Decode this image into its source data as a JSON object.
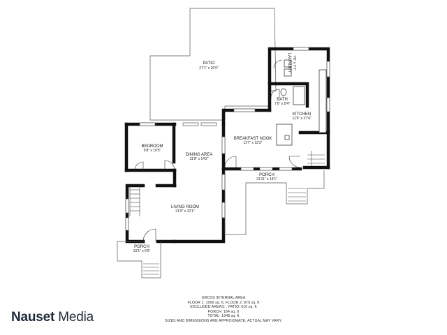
{
  "rooms": [
    {
      "name": "PATIO",
      "dims": "27'1\" x 26'9\""
    },
    {
      "name": "LAUNDRY",
      "dims": "7'8\" x 7'7\""
    },
    {
      "name": "BATH",
      "dims": "7'0\" x 5'4\""
    },
    {
      "name": "KITCHEN",
      "dims": "11'9\" x 27'4\""
    },
    {
      "name": "BREAKFAST NOOK",
      "dims": "11'7\" x 12'2\""
    },
    {
      "name": "BEDROOM",
      "dims": "9'8\" x 10'5\""
    },
    {
      "name": "DINING AREA",
      "dims": "11'9\" x 14'2\""
    },
    {
      "name": "PORCH",
      "dims": "21'11\" x 14'1\""
    },
    {
      "name": "LIVING ROOM",
      "dims": "21'9\" x 12'1\""
    },
    {
      "name": "PORCH",
      "dims": "10'1\" x 6'6\""
    }
  ],
  "area_summary": {
    "title": "GROSS INTERNAL AREA",
    "line1": "FLOOR 1: 1069 sq. ft, FLOOR 2: 879 sq. ft",
    "line2": "EXCLUDED AREAS: , PATIO: 616 sq. ft",
    "line3": "PORCH: 184 sq. ft",
    "line4": "TOTAL: 1948 sq. ft",
    "note": "SIZES AND DIMENSIONS ARE APPROXIMATE, ACTUAL MAY VARY."
  },
  "brand": {
    "part1": "Nauset",
    "part2": " Media"
  }
}
